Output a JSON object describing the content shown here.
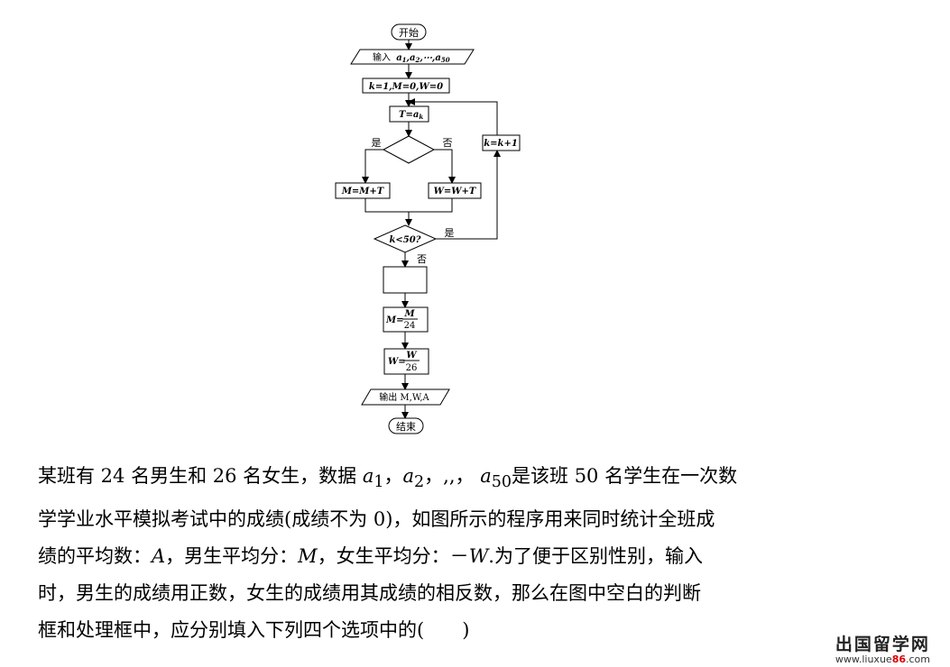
{
  "flowchart": {
    "start": "开始",
    "input_prefix": "输入",
    "input_vars": [
      "a",
      "1",
      ",a",
      "2",
      ",⋯,a",
      "50"
    ],
    "init": "k=1,M=0,W=0",
    "assign_t": "T=a",
    "assign_t_sub": "k",
    "yes": "是",
    "no": "否",
    "add_m": "M=M+T",
    "add_w": "W=W+T",
    "increment": "k=k+1",
    "loop_test": "k<50?",
    "m_avg_lhs": "M=",
    "m_avg_num": "M",
    "m_avg_den": "24",
    "w_avg_lhs": "W=",
    "w_avg_num": "W",
    "w_avg_den": "26",
    "output": "输出 M,W,A",
    "end": "结束"
  },
  "problem": {
    "l1_a": "某班有 24 名男生和 26 名女生，数据 ",
    "l1_a1": "a",
    "l1_s1": "1",
    "l1_b": "，",
    "l1_a2": "a",
    "l1_s2": "2",
    "l1_c": "，,,，  ",
    "l1_a50": "a",
    "l1_s50": "50",
    "l1_d": "是该班 50 名学生在一次数",
    "l2": "学学业水平模拟考试中的成绩(成绩不为 0)，如图所示的程序用来同时统计全班成",
    "l3_a": "绩的平均数：",
    "l3_A": "A",
    "l3_b": "，男生平均分：",
    "l3_M": "M",
    "l3_c": "，女生平均分：－",
    "l3_W": "W",
    "l3_d": ".为了便于区别性别，输入",
    "l4": "时，男生的成绩用正数，女生的成绩用其成绩的相反数，那么在图中空白的判断",
    "l5": "框和处理框中，应分别填入下列四个选项中的(　　)"
  },
  "watermark": {
    "name": "出国留学网",
    "url_a": "www.liuxue",
    "url_b": "86",
    "url_c": ".com"
  }
}
